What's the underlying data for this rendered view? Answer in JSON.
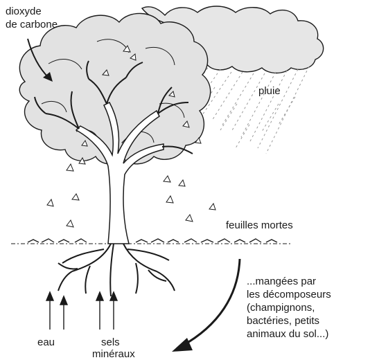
{
  "labels": {
    "co2_line1": "dioxyde",
    "co2_line2": "de carbone",
    "rain": "pluie",
    "dead_leaves": "feuilles mortes",
    "decomposers_lines": [
      "...mangées par",
      "les décomposeurs",
      "(champignons,",
      "bactéries, petits",
      "animaux du sol...)"
    ],
    "water": "eau",
    "minerals_line1": "sels",
    "minerals_line2": "minéraux"
  },
  "colors": {
    "ink": "#1a1a1a",
    "cloud_fill": "#e6e6e6",
    "canopy_fill": "#e2e2e2",
    "rain": "#9a9a9a",
    "background": "#ffffff"
  }
}
